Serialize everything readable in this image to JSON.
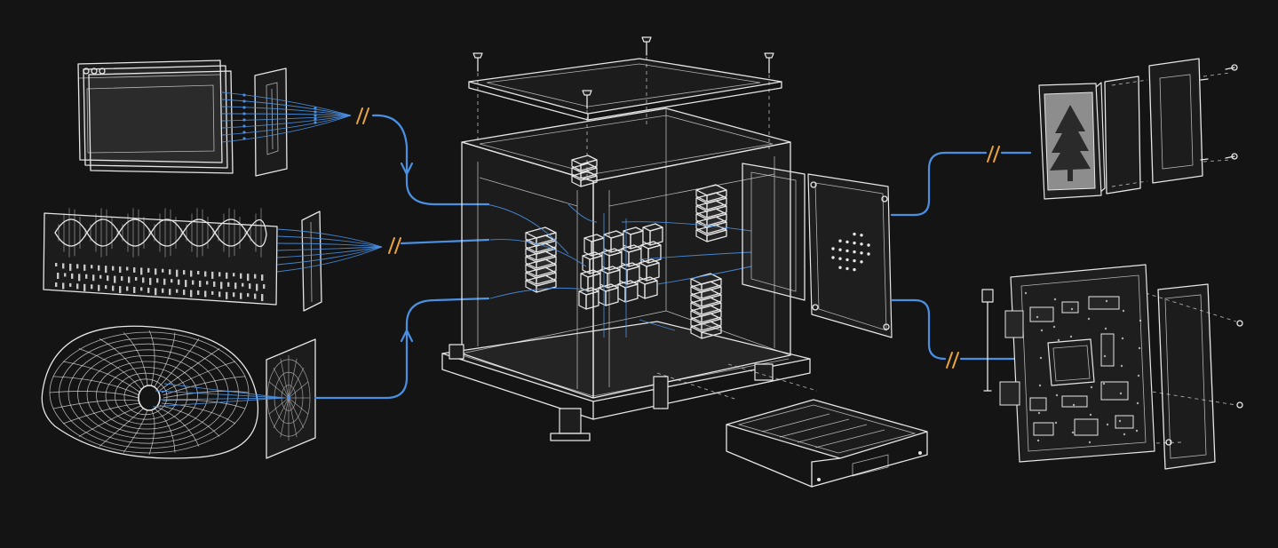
{
  "canvas": {
    "background": "#141414"
  },
  "colors": {
    "line": "#e6e6e6",
    "accent": "#4a90e2",
    "break": "#e8a33d"
  },
  "inputs": [
    {
      "id": "window-panel",
      "icon": "browser-window-icon"
    },
    {
      "id": "waveform-panel",
      "icon": "waveform-barcode-icon"
    },
    {
      "id": "torus-panel",
      "icon": "wireframe-torus-icon"
    }
  ],
  "core": {
    "icon": "transparent-server-enclosure-icon"
  },
  "outputs": [
    {
      "id": "tree-display-module",
      "icon": "tree-display-icon"
    },
    {
      "id": "circuit-board-module",
      "icon": "circuit-board-icon"
    }
  ]
}
